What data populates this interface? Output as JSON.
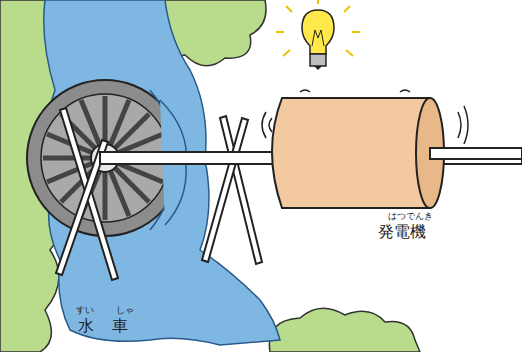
{
  "diagram": {
    "labels": [
      "はつでんき",
      "発電機",
      "すい",
      "しゃ",
      "水車"
    ]
  }
}
